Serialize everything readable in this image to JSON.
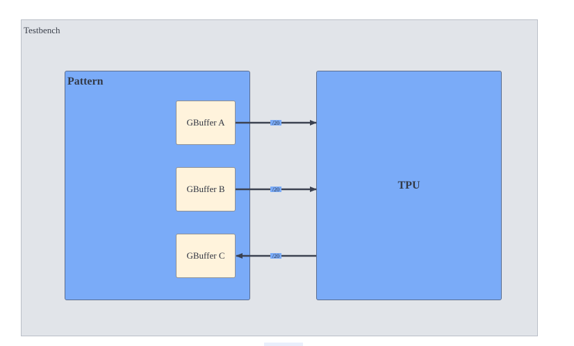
{
  "testbench": {
    "label": "Testbench"
  },
  "pattern": {
    "label": "Pattern"
  },
  "tpu": {
    "label": "TPU"
  },
  "buffers": [
    {
      "label": "GBuffer A"
    },
    {
      "label": "GBuffer B"
    },
    {
      "label": "GBuffer C"
    }
  ],
  "connections": [
    {
      "from": "GBuffer A",
      "to": "TPU",
      "width_label": "/20"
    },
    {
      "from": "GBuffer B",
      "to": "TPU",
      "width_label": "/20"
    },
    {
      "from": "TPU",
      "to": "GBuffer C",
      "width_label": "/20"
    }
  ],
  "colors": {
    "container_bg": "#e1e4e9",
    "block_fill": "#7aabf8",
    "buffer_fill": "#fff3dc",
    "arrow": "#3b4150"
  }
}
